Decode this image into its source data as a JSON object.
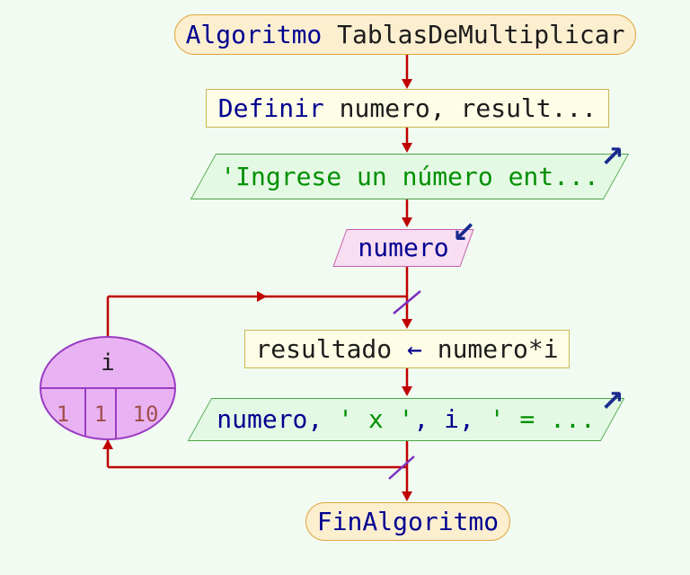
{
  "background_color": "#f1fbf1",
  "colors": {
    "flow_line": "#c00000",
    "loop_slash": "#7b2fbe",
    "terminator_fill": "#fcefd0",
    "terminator_border": "#e2a43c",
    "process_fill": "#fefee6",
    "process_border": "#c9b852",
    "output_fill": "#e4f9e4",
    "output_border": "#4aa64a",
    "input_fill": "#f9ddf1",
    "input_border": "#c55fad",
    "loop_fill": "#e9b3f3",
    "loop_border": "#9a3cc2",
    "keyword_text": "#000090",
    "plain_text": "#1c1c1c",
    "string_text": "#009000",
    "number_text": "#a34e4e",
    "io_icon": "#1a2a8e"
  },
  "nodes": {
    "start": {
      "keyword": "Algoritmo ",
      "name": "TablasDeMultiplicar"
    },
    "define": {
      "keyword": "Definir ",
      "args": "numero, result..."
    },
    "prompt_output": {
      "text": "'Ingrese un número ent..."
    },
    "number_input": {
      "text": "numero"
    },
    "for_loop": {
      "variable": "i",
      "start": "1",
      "step": "1",
      "end": "10"
    },
    "assignment": {
      "target": "resultado ",
      "operator": "← ",
      "expression": "numero*i"
    },
    "result_output": {
      "var1": "numero, ",
      "str1": "' x '",
      "var2": ", i, ",
      "str2": "' = ..."
    },
    "end": {
      "label": "FinAlgoritmo"
    }
  },
  "icons": {
    "output_arrow": "↗",
    "input_arrow": "↙"
  }
}
